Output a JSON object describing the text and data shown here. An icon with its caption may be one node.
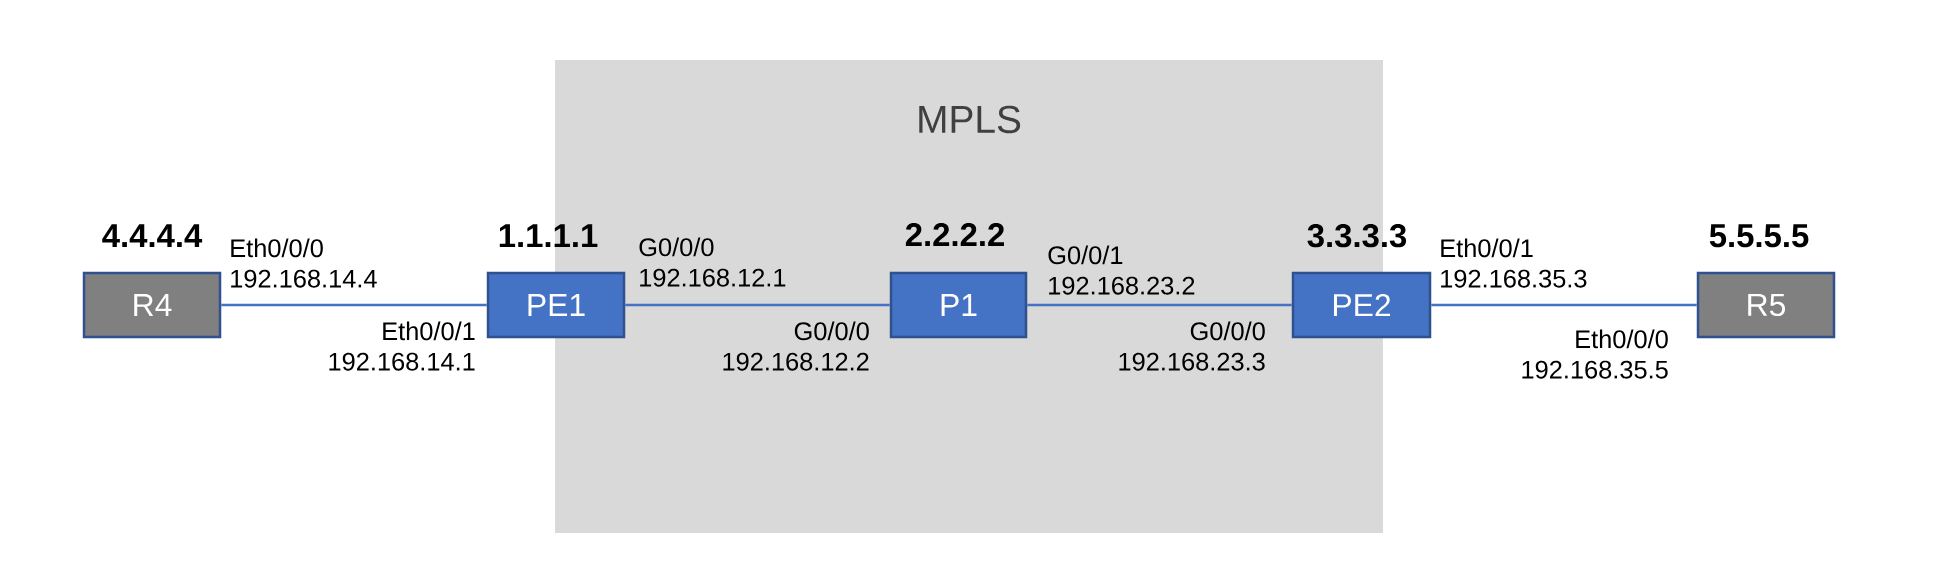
{
  "diagram": {
    "nodes": [
      {
        "text": [
          "MPLS"
        ]
      },
      {
        "text": [
          "R4"
        ],
        "beside": [
          "4.4.4.4",
          "Eth0/0/0 192.168.14.4"
        ]
      },
      {
        "text": [
          "PE1"
        ],
        "beside": [
          "1.1.1.1",
          "Eth0/0/1 192.168.14.1",
          "G0/0/0 192.168.12.1"
        ]
      },
      {
        "text": [
          "P1"
        ],
        "beside": [
          "2.2.2.2",
          "G0/0/0 192.168.12.2",
          "G0/0/1 192.168.23.2"
        ],
        "in": 0
      },
      {
        "text": [
          "PE2"
        ],
        "beside": [
          "3.3.3.3",
          "G0/0/0 192.168.23.3",
          "Eth0/0/1 192.168.35.3"
        ]
      },
      {
        "text": [
          "R5"
        ],
        "beside": [
          "5.5.5.5",
          "Eth0/0/0 192.168.35.5"
        ]
      }
    ],
    "edges": [
      {
        "from": 1,
        "to": 2,
        "arrow": "none"
      },
      {
        "from": 2,
        "to": 3,
        "arrow": "none"
      },
      {
        "from": 3,
        "to": 4,
        "arrow": "none"
      },
      {
        "from": 4,
        "to": 5,
        "arrow": "none"
      }
    ]
  }
}
